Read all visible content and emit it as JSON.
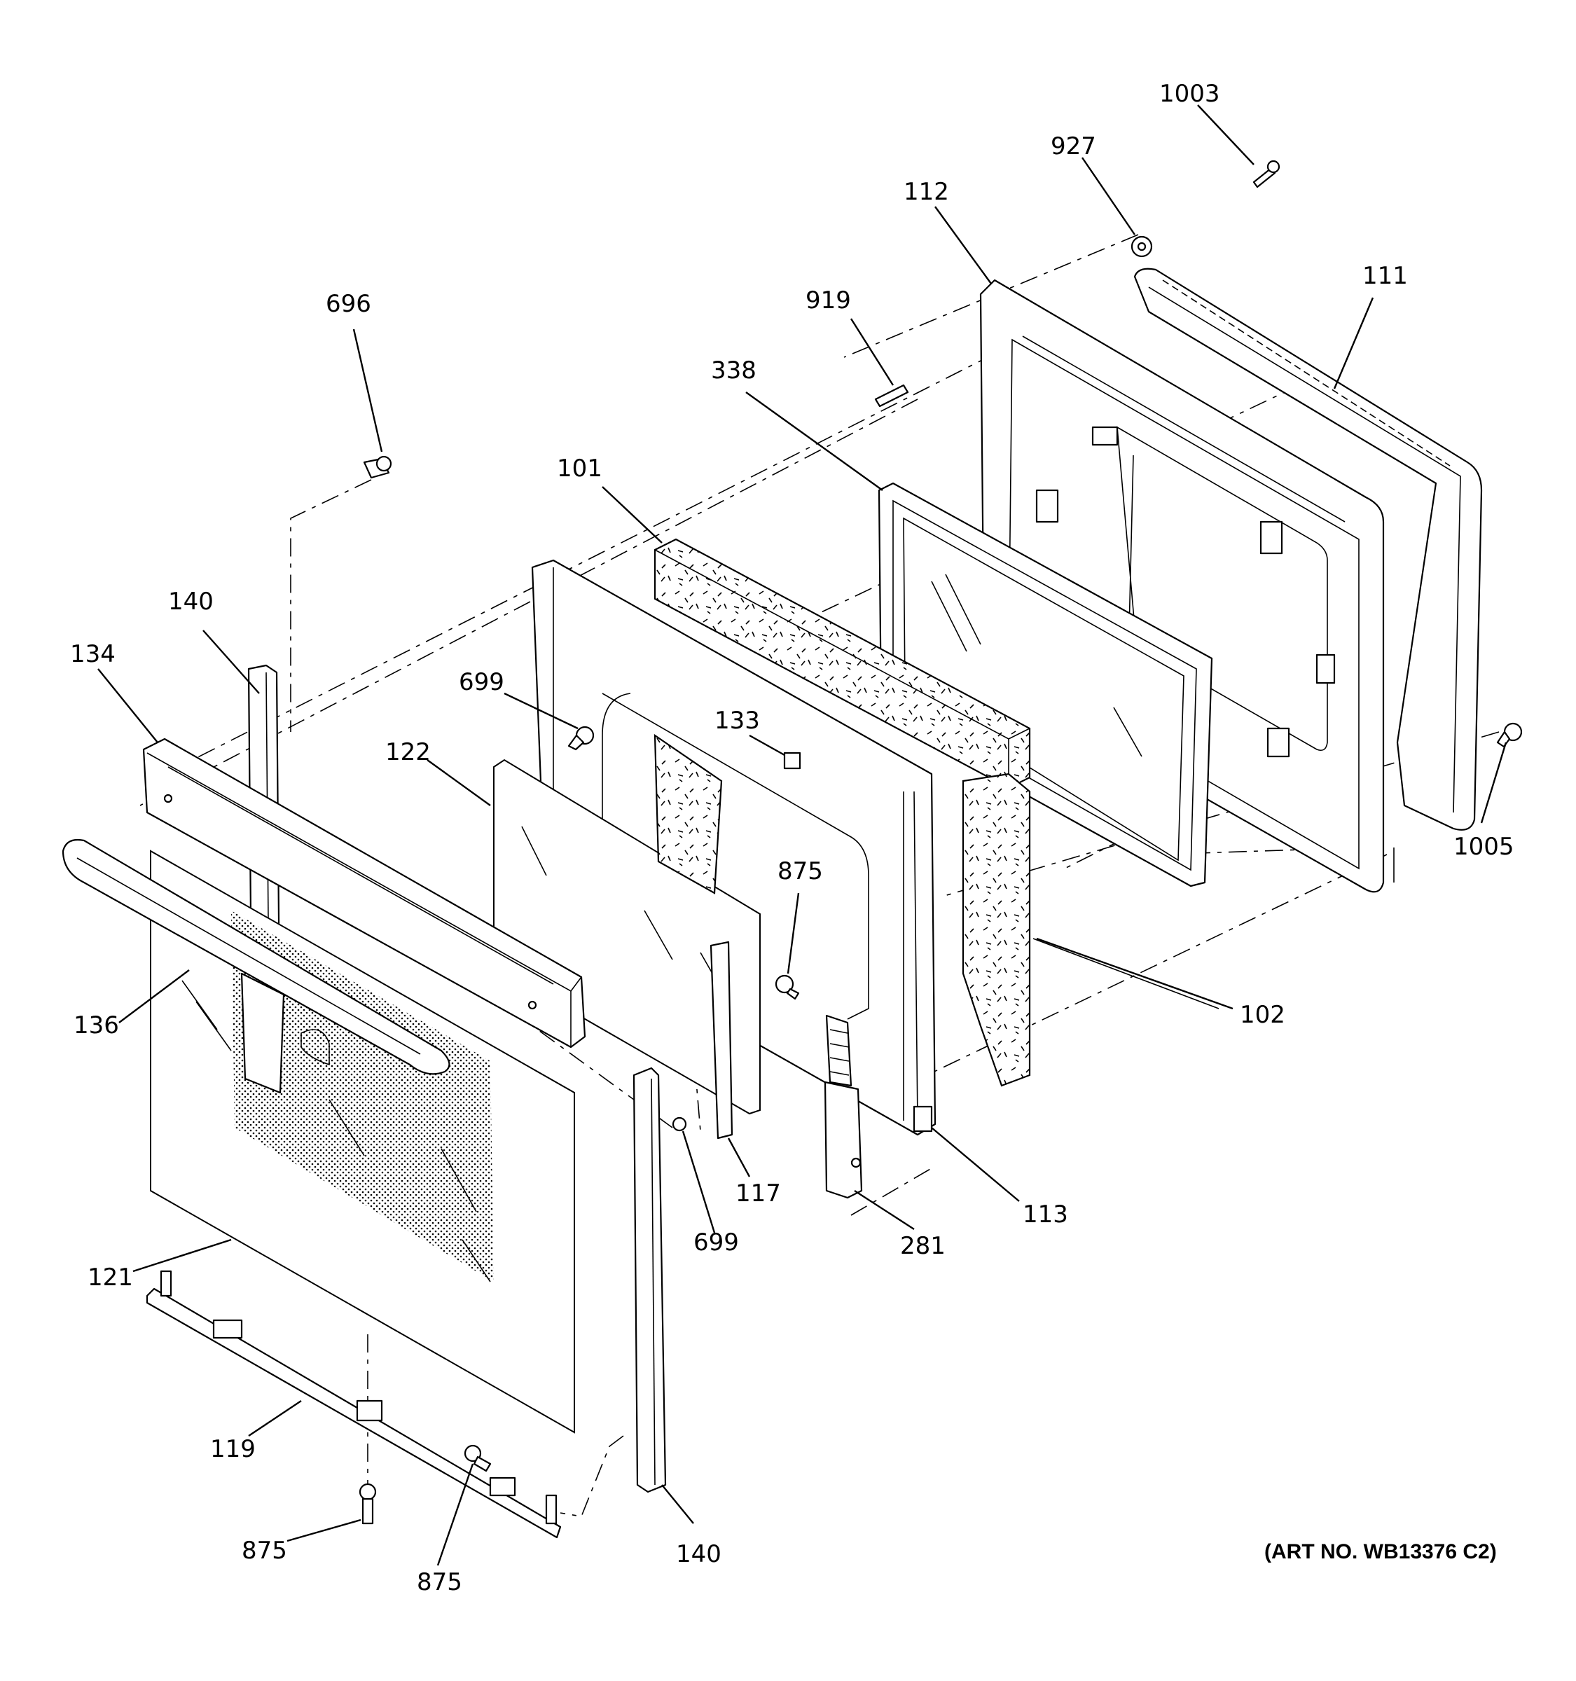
{
  "diagram": {
    "art_number": "(ART NO. WB13376 C2)",
    "callouts": {
      "c1003": "1003",
      "c927": "927",
      "c112": "112",
      "c111": "111",
      "c696": "696",
      "c919": "919",
      "c338": "338",
      "c101": "101",
      "c140_top": "140",
      "c134": "134",
      "c699_top": "699",
      "c133": "133",
      "c122": "122",
      "c875_mid": "875",
      "c1005": "1005",
      "c102": "102",
      "c136": "136",
      "c117": "117",
      "c699_bottom": "699",
      "c281": "281",
      "c113": "113",
      "c121": "121",
      "c119": "119",
      "c875_left": "875",
      "c875_bottom": "875",
      "c140_bottom": "140"
    }
  }
}
